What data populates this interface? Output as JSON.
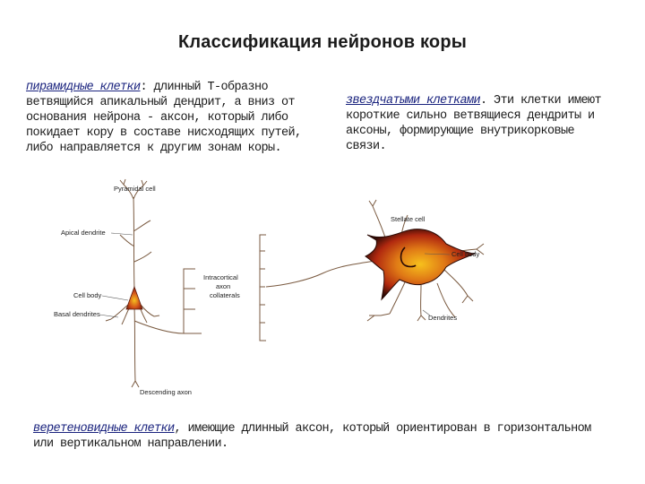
{
  "title": "Классификация нейронов коры",
  "pyramidal": {
    "term": "пирамидные клетки",
    "text": ": длинный Т-образно ветвящийся апикальный дендрит, а вниз от основания нейрона - аксон, который либо покидает кору в составе нисходящих путей, либо направляется к другим зонам коры."
  },
  "stellate": {
    "term": "звездчатыми клетками",
    "text": ". Эти клетки имеют короткие сильно ветвящиеся дендриты и аксоны, формирующие внутрикорковые связи."
  },
  "fusiform": {
    "term": "веретеновидные клетки",
    "text": ", имеющие длинный аксон, который ориентирован в горизонтальном или вертикальном направлении."
  },
  "labels": {
    "pyramidal_cell": "Pyramidal cell",
    "apical_dendrite": "Apical dendrite",
    "cell_body_left": "Cell body",
    "basal_dendrites": "Basal dendrites",
    "descending_axon": "Descending axon",
    "intracortical_1": "Intracortical",
    "intracortical_2": "axon",
    "intracortical_3": "collaterals",
    "stellate_cell": "Stellate cell",
    "cell_body_right": "Cell body",
    "dendrites": "Dendrites"
  },
  "colors": {
    "soma_outer": "#a32a12",
    "soma_inner": "#f2b01c",
    "line": "#7a5a40",
    "term": "#1a237e"
  }
}
